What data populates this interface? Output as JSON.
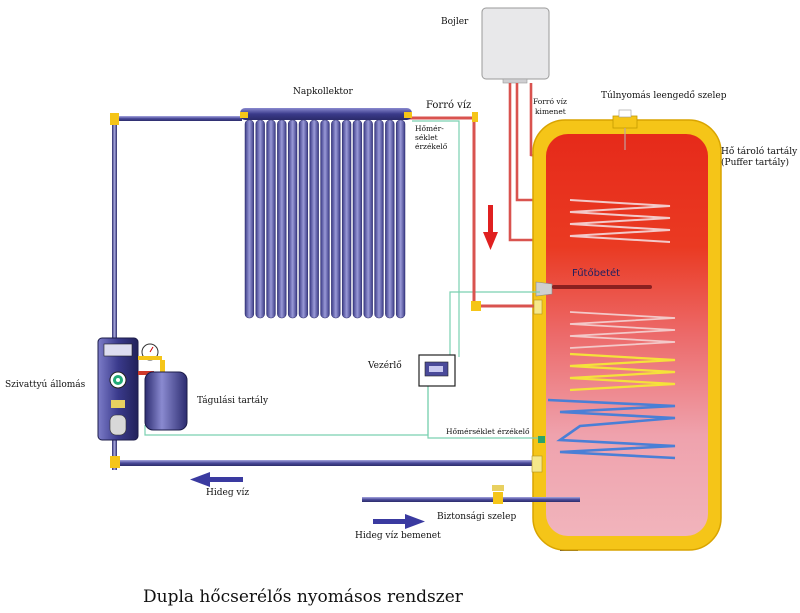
{
  "labels": {
    "bojler": "Bojler",
    "napkollektor": "Napkollektor",
    "forro_viz": "Forró víz",
    "forro_viz_kimenet_1": "Forró víz",
    "forro_viz_kimenet_2": "kimenet",
    "homerseklet_erzekelo_top_1": "Hőmér-",
    "homerseklet_erzekelo_top_2": "séklet",
    "homerseklet_erzekelo_top_3": "érzékelő",
    "tulnyomas_szelep": "Túlnyomás leengedő szelep",
    "ho_tarolo_1": "Hő tároló tartály",
    "ho_tarolo_2": "(Puffer tartály)",
    "futobetet": "Fűtőbetét",
    "vezerlo": "Vezérlő",
    "szivattyu_allomas": "Szivattyú állomás",
    "tagulasi_tartaly": "Tágulási tartály",
    "homerseklet_erzekelo_bottom": "Hőmérséklet érzékelő",
    "hideg_viz": "Hideg víz",
    "biztonsagi_szelep": "Biztonsági szelep",
    "hideg_viz_bemenet": "Hideg víz bemenet",
    "title": "Dupla hőcserélős nyomásos rendszer"
  },
  "colors": {
    "pipe": "#5a5aa8",
    "hot_pipe": "#d9534f",
    "tank_shell": "#f5c518",
    "tank_top": "#e8291c",
    "tank_bottom": "#efb0b8",
    "coil_red": "#f3c9c9",
    "coil_yellow": "#f5e23a",
    "coil_blue": "#4a7fd6",
    "sensor_wire": "#7ad0b0",
    "arrow_blue": "#3a3aa0",
    "arrow_red": "#e02020"
  }
}
